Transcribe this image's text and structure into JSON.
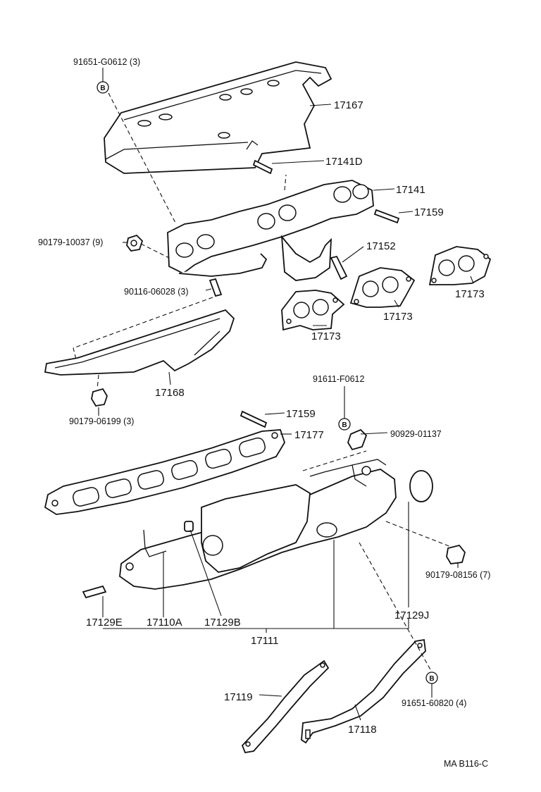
{
  "parts": {
    "p91651_G0612": "91651-G0612 (3)",
    "p17167": "17167",
    "p17141D": "17141D",
    "p17141": "17141",
    "p17159_top": "17159",
    "p90179_10037": "90179-10037 (9)",
    "p17152": "17152",
    "p90116_06028": "90116-06028 (3)",
    "p17173_a": "17173",
    "p17173_b": "17173",
    "p17173_c": "17173",
    "p17168": "17168",
    "p91611_F0612": "91611-F0612",
    "p90179_06199": "90179-06199 (3)",
    "p17159_mid": "17159",
    "p17177": "17177",
    "p90929_01137": "90929-01137",
    "p90179_08156": "90179-08156 (7)",
    "p17129E": "17129E",
    "p17110A": "17110A",
    "p17129B": "17129B",
    "p17129J": "17129J",
    "p17111": "17111",
    "p17119": "17119",
    "p91651_60820": "91651-60820 (4)",
    "p17118": "17118"
  },
  "markers": {
    "b1": "B",
    "b2": "B",
    "b3": "B"
  },
  "footer": {
    "diagram_code": "MA B116-C"
  }
}
